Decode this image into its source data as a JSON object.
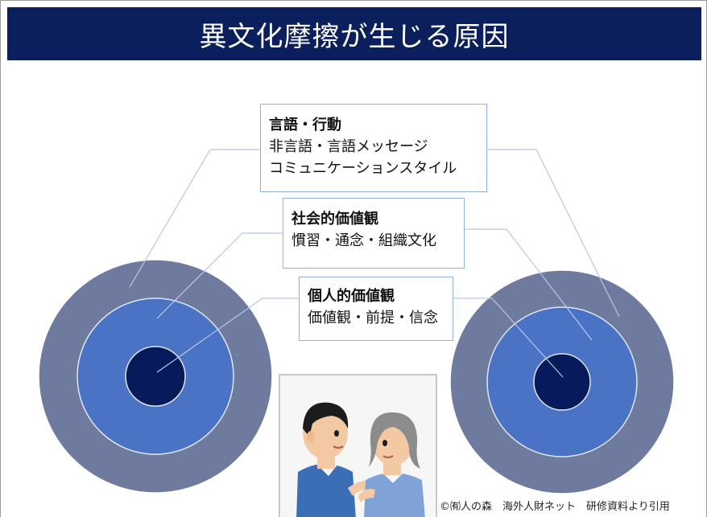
{
  "title": "異文化摩擦が生じる原因",
  "layers": [
    {
      "heading": "言語・行動",
      "lines": [
        "非言語・言語メッセージ",
        "コミュニケーションスタイル"
      ]
    },
    {
      "heading": "社会的価値観",
      "lines": [
        "慣習・通念・組織文化"
      ]
    },
    {
      "heading": "個人的価値観",
      "lines": [
        "価値観・前提・信念"
      ]
    }
  ],
  "credit": "©㈲人の森　海外人財ネット　研修資料より引用",
  "colors": {
    "title_bar": "#0b1f5c",
    "outer_ring": "#6f7a9f",
    "middle_ring": "#4a73c6",
    "core": "#061a5c",
    "box_border": "#8fb0d8",
    "leader_lines": "#b7c8e6"
  },
  "icons": [
    "person-left-illustration",
    "person-right-illustration"
  ]
}
